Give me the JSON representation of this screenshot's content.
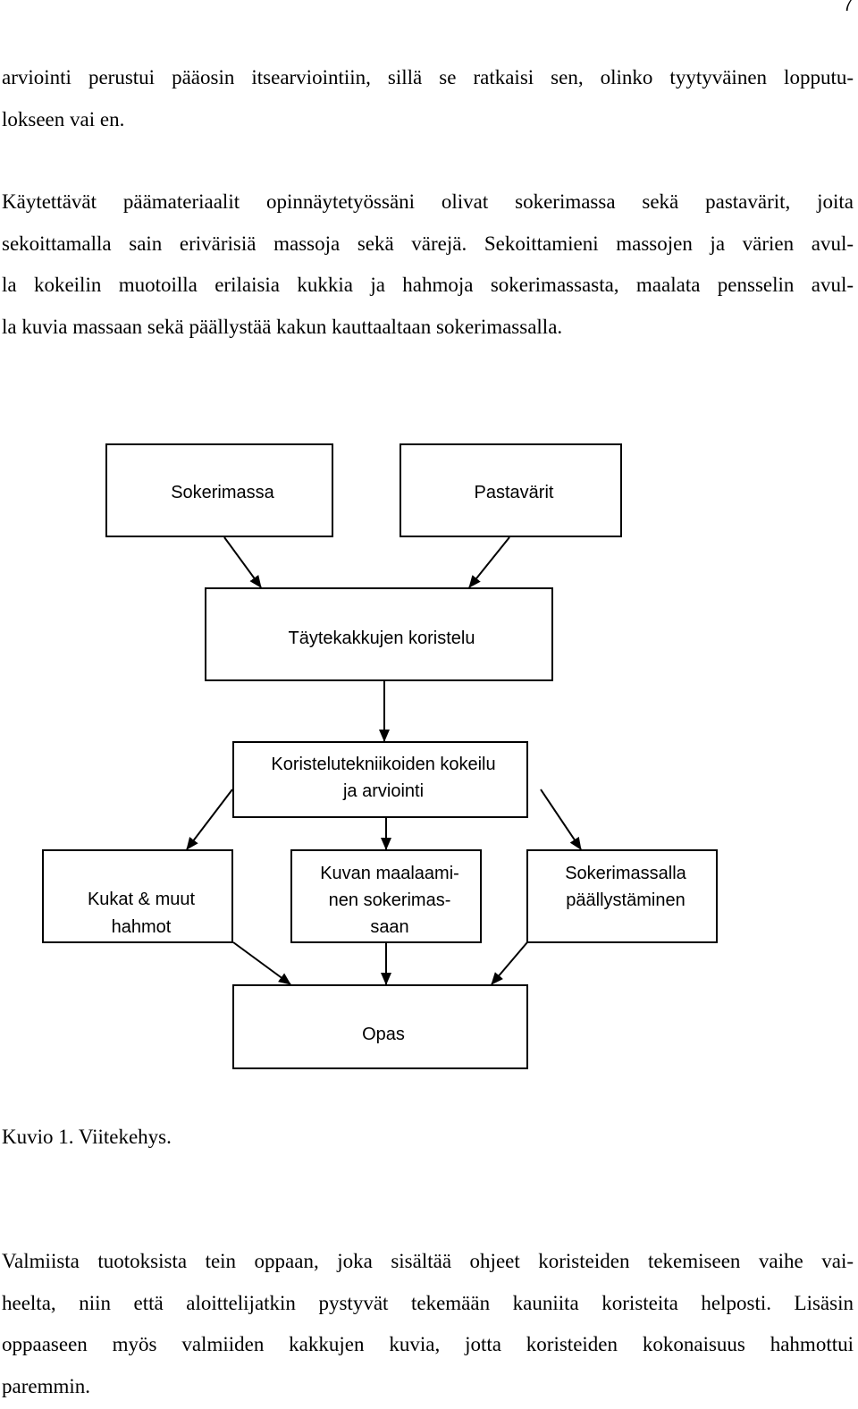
{
  "page_number": "7",
  "paragraphs": {
    "p1": [
      "arviointi perustui pääosin itsearviointiin, sillä se ratkaisi sen, olinko tyytyväinen lopputu-",
      "lokseen vai en."
    ],
    "p2": [
      "Käytettävät päämateriaalit opinnäytetyössäni olivat sokerimassa sekä pastavärit, joita",
      "sekoittamalla sain erivärisiä massoja sekä värejä. Sekoittamieni massojen ja värien avul-",
      "la kokeilin muotoilla erilaisia kukkia ja hahmoja sokerimassasta, maalata pensselin avul-",
      "la kuvia massaan sekä päällystää kakun kauttaaltaan sokerimassalla."
    ],
    "p3": [
      "Valmiista tuotoksista tein oppaan, joka sisältää ohjeet koristeiden tekemiseen vaihe vai-",
      "heelta, niin että aloittelijatkin pystyvät tekemään kauniita koristeita helposti. Lisäsin",
      "oppaaseen myös valmiiden kakkujen kuvia, jotta koristeiden kokonaisuus hahmottui",
      "paremmin."
    ]
  },
  "diagram": {
    "sokerimassa": [
      "Sokerimassa"
    ],
    "pastavarit": [
      "Pastavärit"
    ],
    "taytekakkujen": [
      "Täytekakkujen koristelu"
    ],
    "koristelu_tekniikat": [
      "Koristelutekniikoiden kokeilu",
      "ja arviointi"
    ],
    "kukat": [
      "Kukat & muut",
      "hahmot"
    ],
    "kuvan_maalaaminen": [
      "Kuvan maalaami-",
      "nen sokerimas-",
      "saan"
    ],
    "paallystaminen": [
      "Sokerimassalla",
      "päällystäminen"
    ],
    "opas": [
      "Opas"
    ]
  },
  "caption": "Kuvio 1. Viitekehys."
}
